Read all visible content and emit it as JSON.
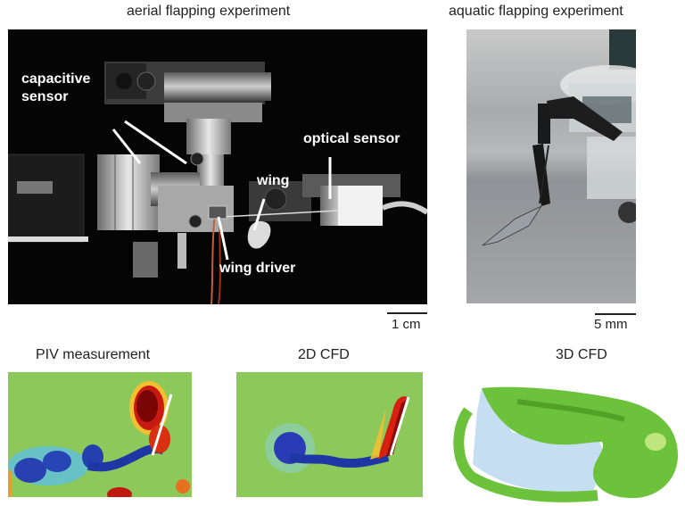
{
  "top": {
    "aerial": {
      "title": "aerial flapping experiment",
      "labels": {
        "capacitive_line1": "capacitive",
        "capacitive_line2": "sensor",
        "optical": "optical  sensor",
        "wing": "wing",
        "wing_driver": "wing driver"
      },
      "scale": "1 cm"
    },
    "aquatic": {
      "title": "aquatic flapping experiment",
      "scale": "5 mm"
    }
  },
  "bottom": {
    "piv": {
      "title": "PIV measurement"
    },
    "cfd2d": {
      "title": "2D CFD"
    },
    "cfd3d": {
      "title": "3D CFD"
    }
  },
  "colors": {
    "field_background": "#8cc85a",
    "vortex_negative": "#1a2e8c",
    "vortex_positive": "#8b0a0a",
    "iso_surface": "#6cc23a",
    "plane": "#c6def2"
  }
}
